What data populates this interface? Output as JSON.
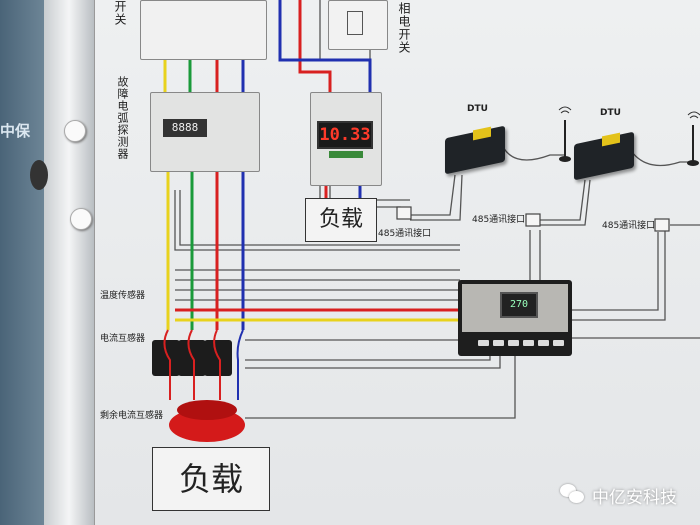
{
  "background_sign": "中保",
  "top_left_switch": {
    "label": "开关"
  },
  "phase_switch": {
    "label": "相电开关"
  },
  "arc_detector": {
    "label": "故障电弧探测器",
    "display": "8888"
  },
  "meter": {
    "display": "10.33"
  },
  "loads": [
    {
      "label": "负载"
    },
    {
      "label": "负载"
    }
  ],
  "comm_ports": [
    {
      "label": "485通讯接口"
    },
    {
      "label": "485通讯接口"
    },
    {
      "label": "485通讯接口"
    }
  ],
  "dtus": [
    {
      "label": "DTU"
    },
    {
      "label": "DTU"
    }
  ],
  "sensors": {
    "temperature": "温度传感器",
    "current_transformer": "电流互感器",
    "residual_current": "剩余电流互感器"
  },
  "controller": {
    "display": "270"
  },
  "watermark": "中亿安科技",
  "wire_colors": {
    "yellow": "#e8d21c",
    "green": "#1a9a3a",
    "red": "#d82020",
    "blue": "#2030b0",
    "line": "#555555"
  }
}
